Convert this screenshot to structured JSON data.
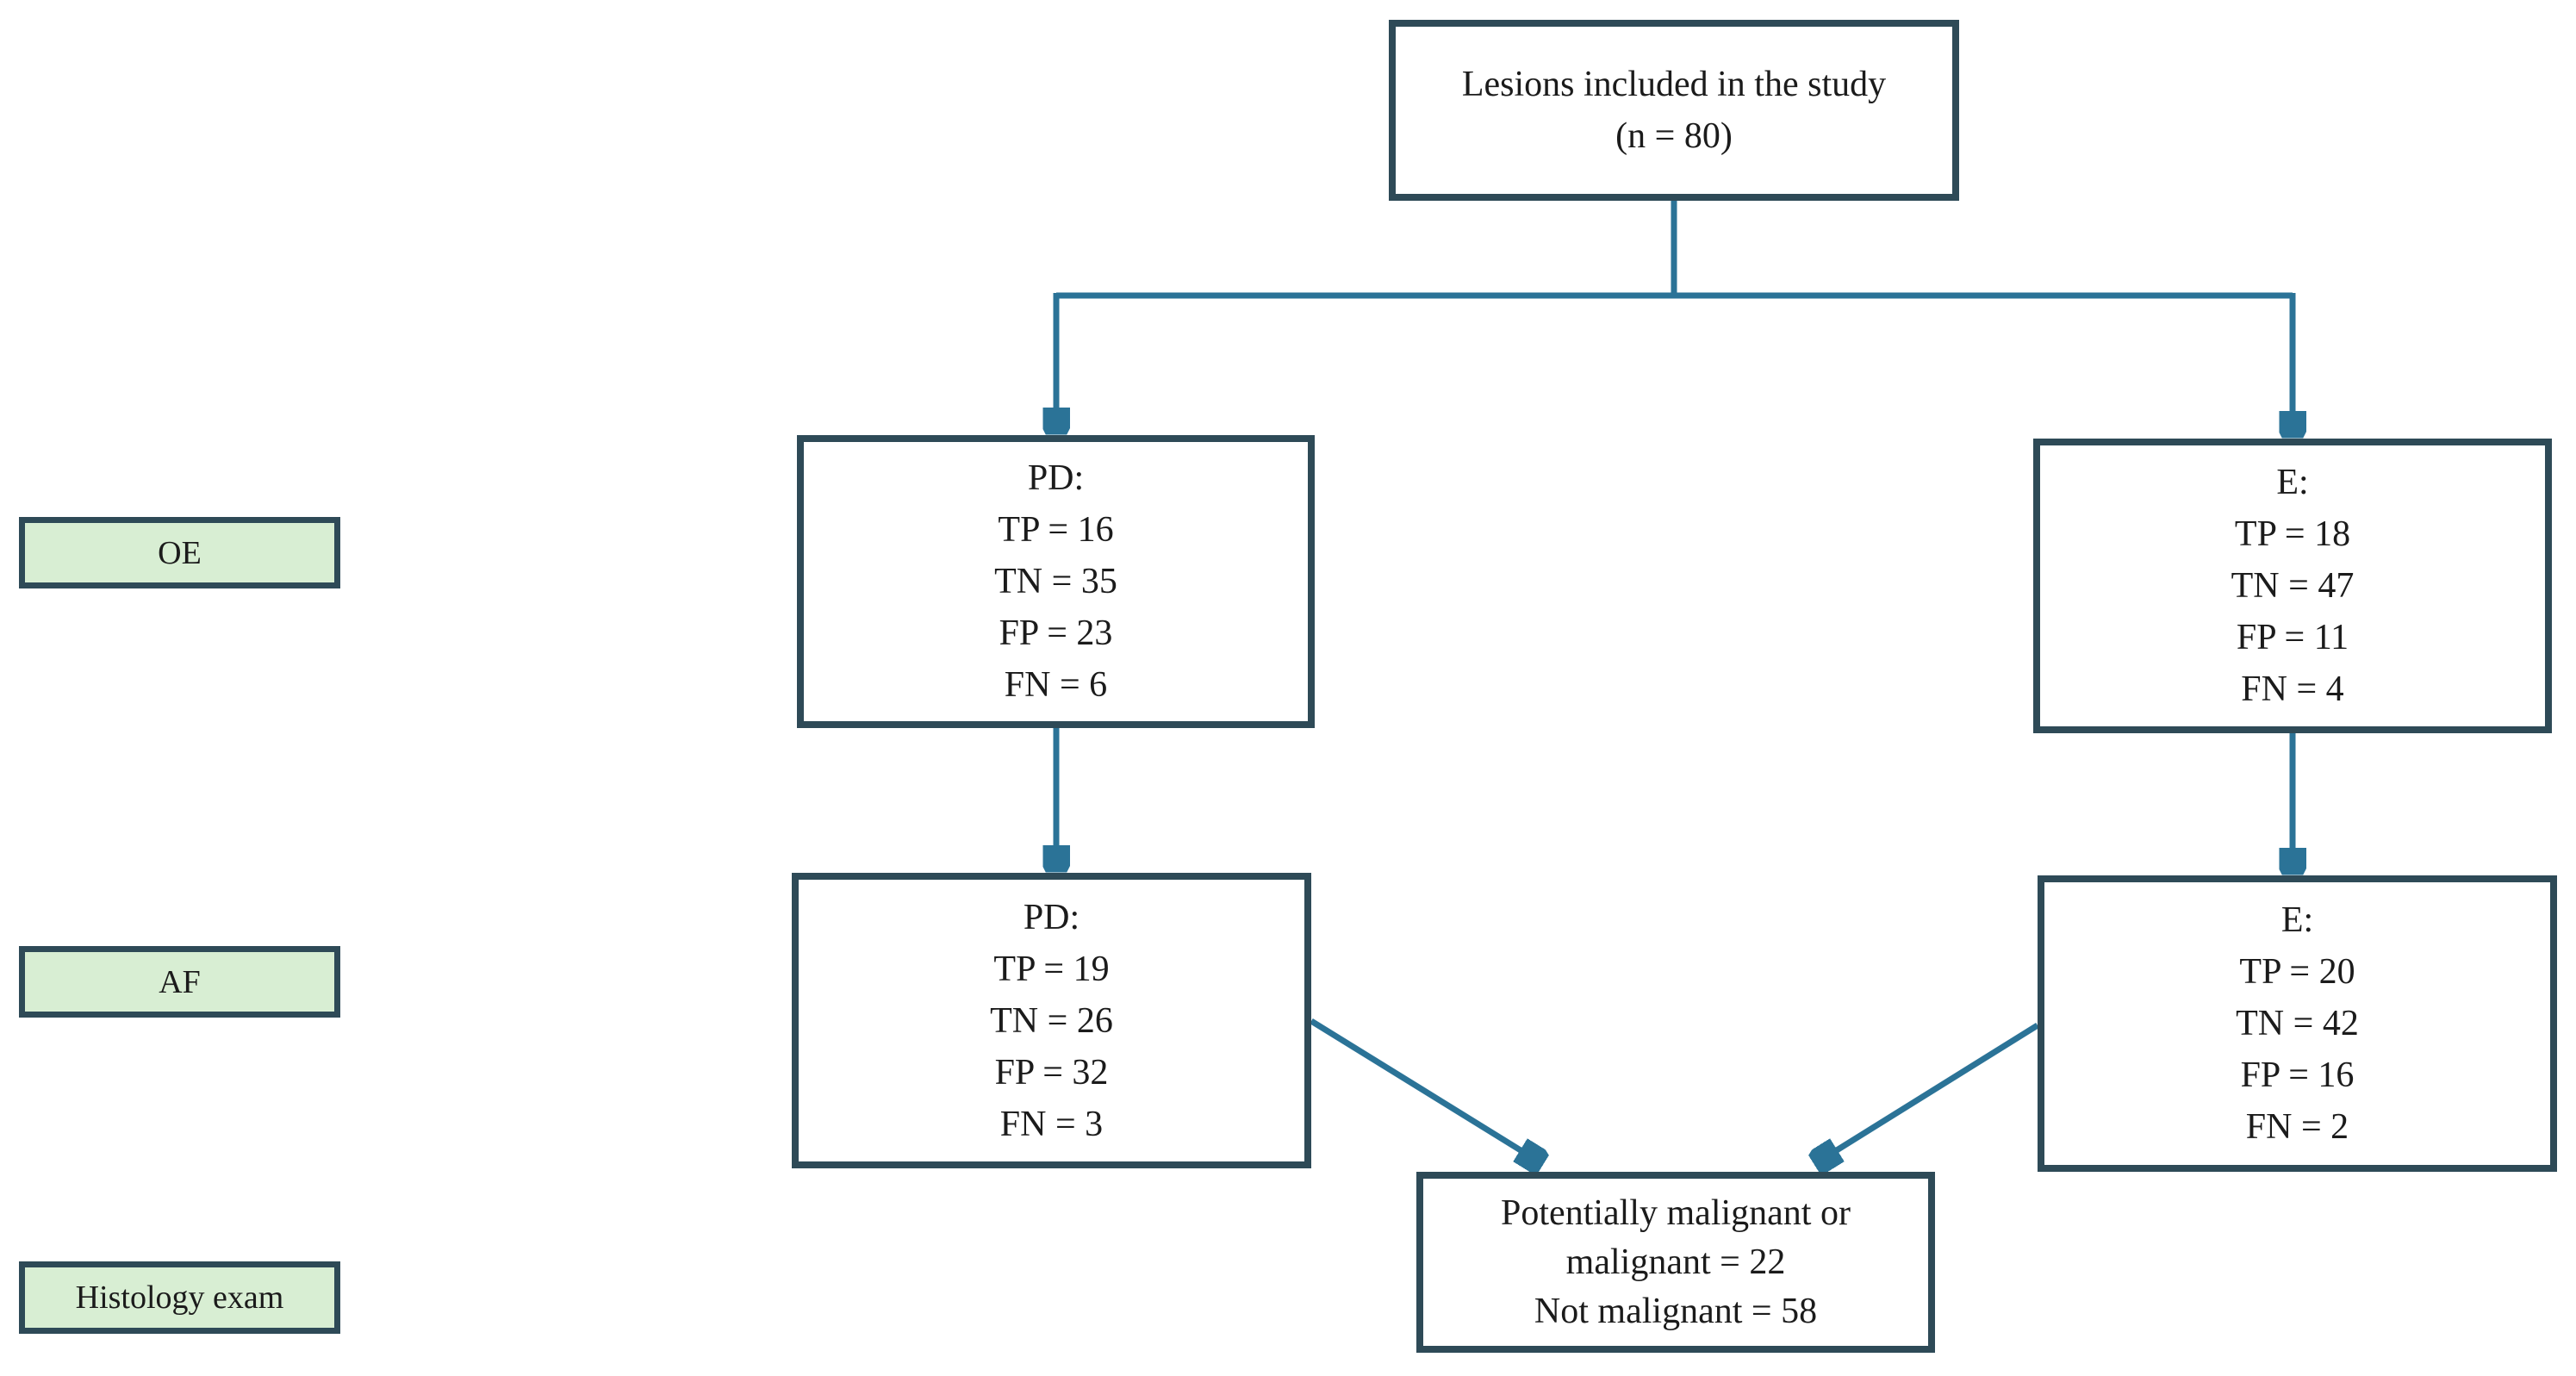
{
  "diagram": {
    "colors": {
      "connector_line": "#2b7397",
      "box_border": "#2e4a57",
      "row_label_fill": "#d8eed3",
      "box_fill": "#ffffff",
      "text": "#1b1b1b"
    },
    "row_labels": [
      {
        "label": "OE"
      },
      {
        "label": "AF"
      },
      {
        "label": "Histology exam"
      }
    ],
    "nodes": {
      "top": {
        "lines": [
          "Lesions included in the study",
          "(n = 80)"
        ]
      },
      "oe_pd": {
        "lines": [
          "PD:",
          "TP = 16",
          "TN = 35",
          "FP = 23",
          "FN = 6"
        ]
      },
      "oe_e": {
        "lines": [
          "E:",
          "TP = 18",
          "TN = 47",
          "FP = 11",
          "FN = 4"
        ]
      },
      "af_pd": {
        "lines": [
          "PD:",
          "TP = 19",
          "TN = 26",
          "FP = 32",
          "FN = 3"
        ]
      },
      "af_e": {
        "lines": [
          "E:",
          "TP = 20",
          "TN = 42",
          "FP = 16",
          "FN = 2"
        ]
      },
      "histology": {
        "lines": [
          "Potentially malignant or",
          "malignant = 22",
          "Not malignant = 58"
        ]
      }
    }
  }
}
